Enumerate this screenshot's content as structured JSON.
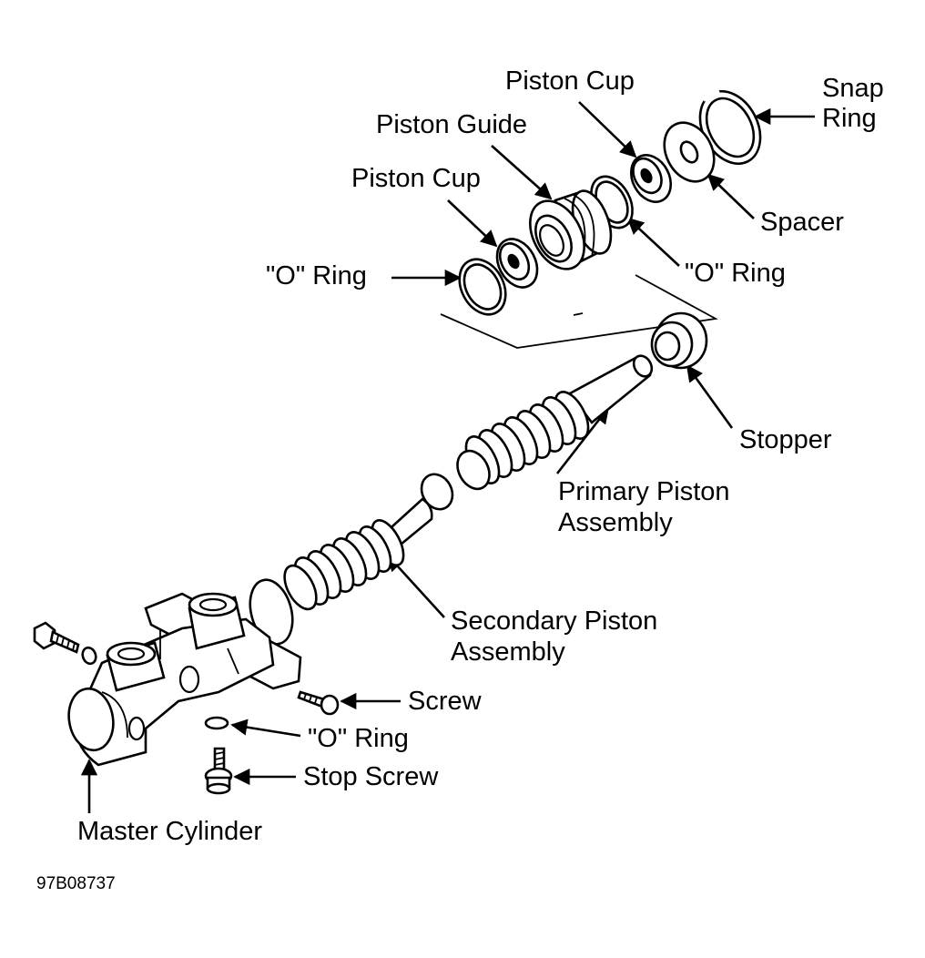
{
  "diagram": {
    "labels": {
      "piston_cup_top": "Piston Cup",
      "snap_ring_1": "Snap",
      "snap_ring_2": "Ring",
      "piston_guide": "Piston Guide",
      "piston_cup_mid": "Piston Cup",
      "spacer": "Spacer",
      "o_ring_left": "\"O\" Ring",
      "o_ring_right": "\"O\" Ring",
      "stopper": "Stopper",
      "primary_1": "Primary Piston",
      "primary_2": "Assembly",
      "secondary_1": "Secondary Piston",
      "secondary_2": "Assembly",
      "screw": "Screw",
      "o_ring_bottom": "\"O\" Ring",
      "stop_screw": "Stop Screw",
      "master_cylinder": "Master Cylinder"
    },
    "figure_code": "97B08737"
  }
}
